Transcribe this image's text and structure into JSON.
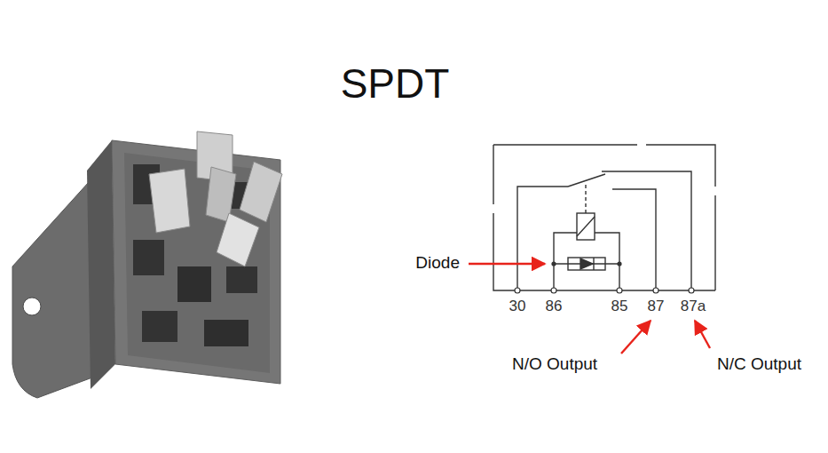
{
  "diagram": {
    "title": "SPDT",
    "labels": [
      "Diode",
      "30",
      "86",
      "85",
      "87",
      "87a",
      "N/O Output",
      "N/C Output"
    ]
  }
}
